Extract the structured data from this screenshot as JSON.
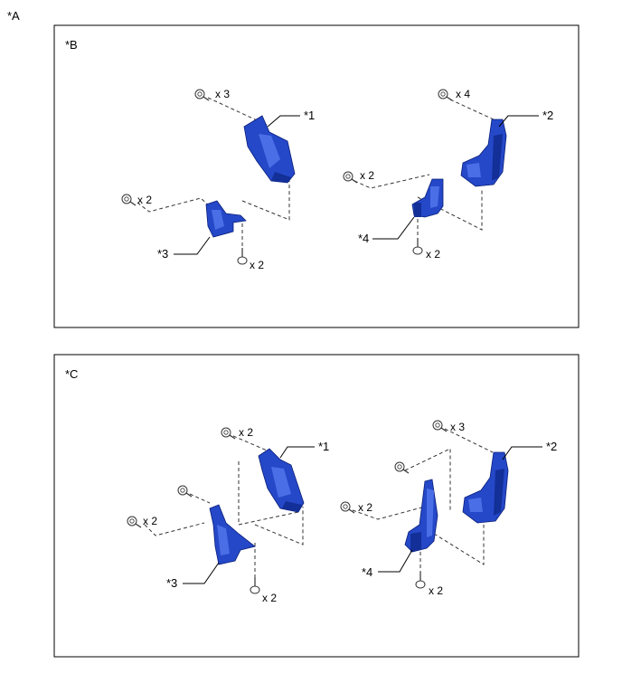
{
  "figure_label": "*A",
  "panels": [
    {
      "label": "*B",
      "callouts": [
        "*1",
        "*2",
        "*3",
        "*4"
      ],
      "quantities": [
        "x 3",
        "x 4",
        "x 2",
        "x 2",
        "x 2",
        "x 2"
      ]
    },
    {
      "label": "*C",
      "callouts": [
        "*1",
        "*2",
        "*3",
        "*4"
      ],
      "quantities": [
        "x 2",
        "x 3",
        "x 2",
        "x 2",
        "x 2",
        "x 2"
      ]
    }
  ],
  "colors": {
    "part_fill": "#2448c8",
    "part_edge": "#0b1f78"
  },
  "icons": [
    "bolt-icon",
    "screw-icon"
  ]
}
